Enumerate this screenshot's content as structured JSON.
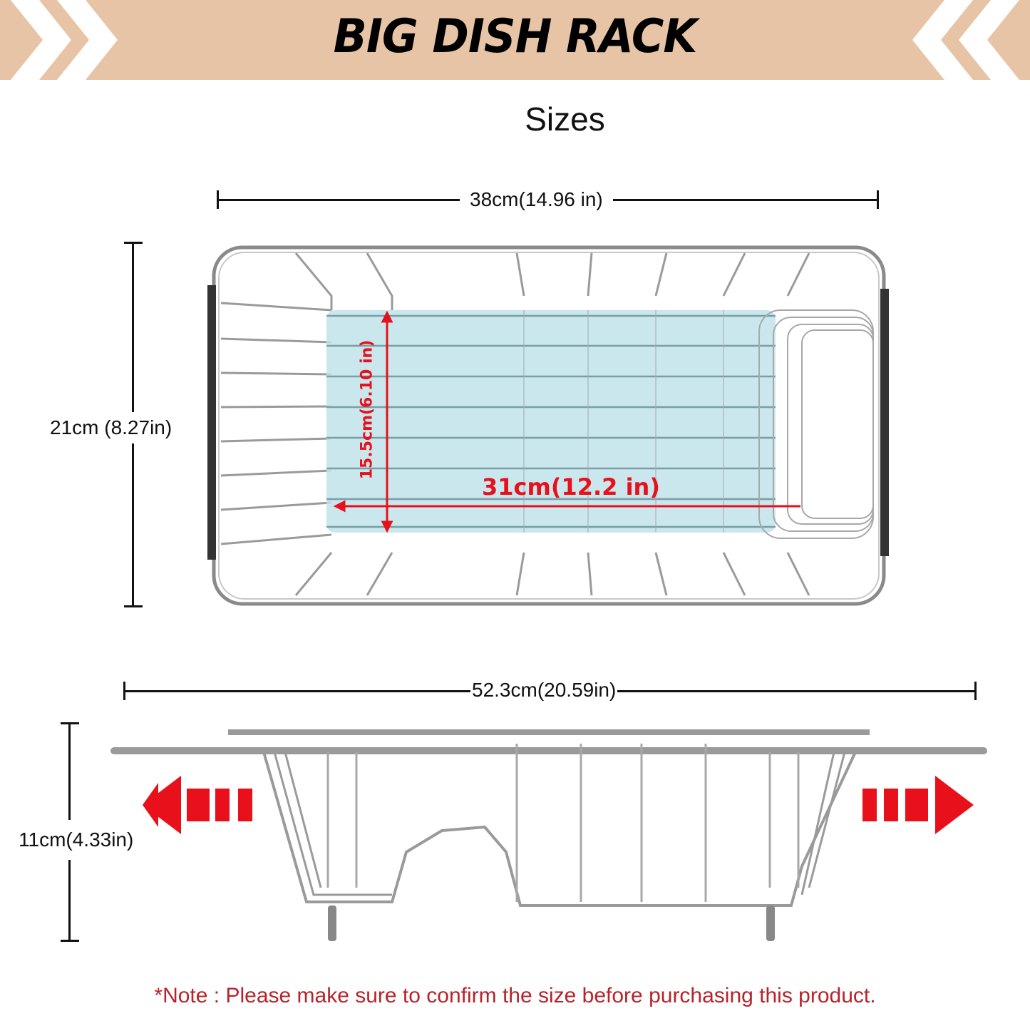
{
  "header": {
    "title": "BIG DISH RACK",
    "banner_color": "#e8c4a6"
  },
  "subtitle": "Sizes",
  "top_view": {
    "width_label": "38cm(14.96 in)",
    "height_label": "21cm (8.27in)",
    "inner_height_label": "15.5cm(6.10 in)",
    "inner_width_label": "31cm(12.2 in)",
    "inner_area_color": "#bfe3ea",
    "accent_color": "#e8101a"
  },
  "side_view": {
    "extended_width_label": "52.3cm(20.59in)",
    "height_label": "11cm(4.33in)",
    "left_arrow": "arrow-left-icon",
    "right_arrow": "arrow-right-icon"
  },
  "note": "*Note : Please make sure to confirm the size before purchasing this product."
}
